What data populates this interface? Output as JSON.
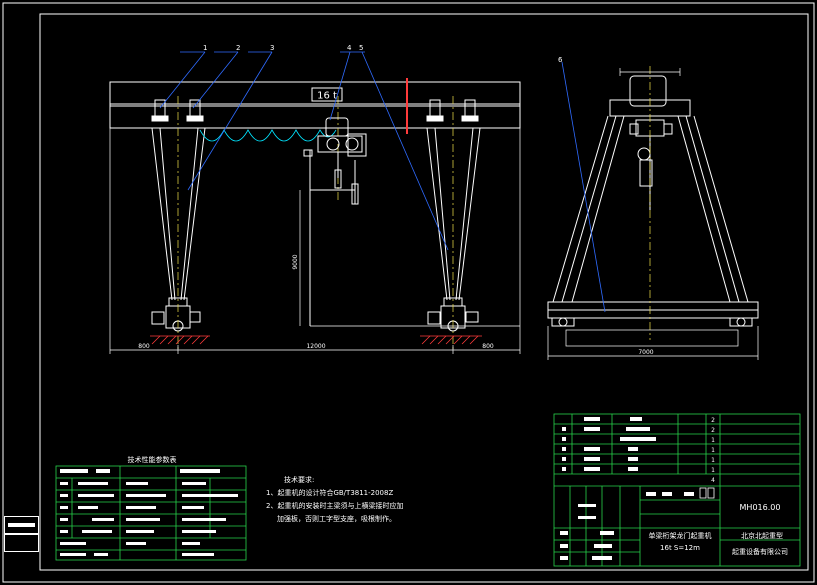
{
  "drawing": {
    "colors": {
      "background": "#000000",
      "frame": "#ffffff",
      "structure": "#ffffff",
      "leader": "#2f6bff",
      "centerline": "#f2e34a",
      "cable": "#00e5ff",
      "hatch": "#ff3b3b",
      "table": "#27d34a",
      "text": "#ffffff"
    },
    "front_view": {
      "load_label": "16 t",
      "callouts": [
        "1",
        "2",
        "3",
        "4",
        "5"
      ],
      "dim_bottom_left": "800",
      "dim_bottom_center": "12000",
      "dim_bottom_right": "800",
      "dim_height": "9000"
    },
    "side_view": {
      "callout": "6",
      "dim_bottom": "7000"
    },
    "params_table": {
      "title": "技术性能参数表"
    },
    "tech_requirements": {
      "title": "技术要求:",
      "item1": "1、起重机的设计符合GB/T3811-2008Z",
      "item2": "2、起重机的安装时主梁须与上横梁接时应加",
      "item2_cont": "加强板，否则工字型支座，吸根制作。"
    },
    "title_block": {
      "drawing_no": "MH016.00",
      "product_line1": "单梁桁架龙门起重机",
      "product_line2": "16t    S=12m",
      "company_line1": "北京北起重型",
      "company_line2": "起重设备有限公司",
      "rev_digits": [
        "2",
        "2",
        "1",
        "1",
        "1",
        "1",
        "4"
      ]
    }
  }
}
